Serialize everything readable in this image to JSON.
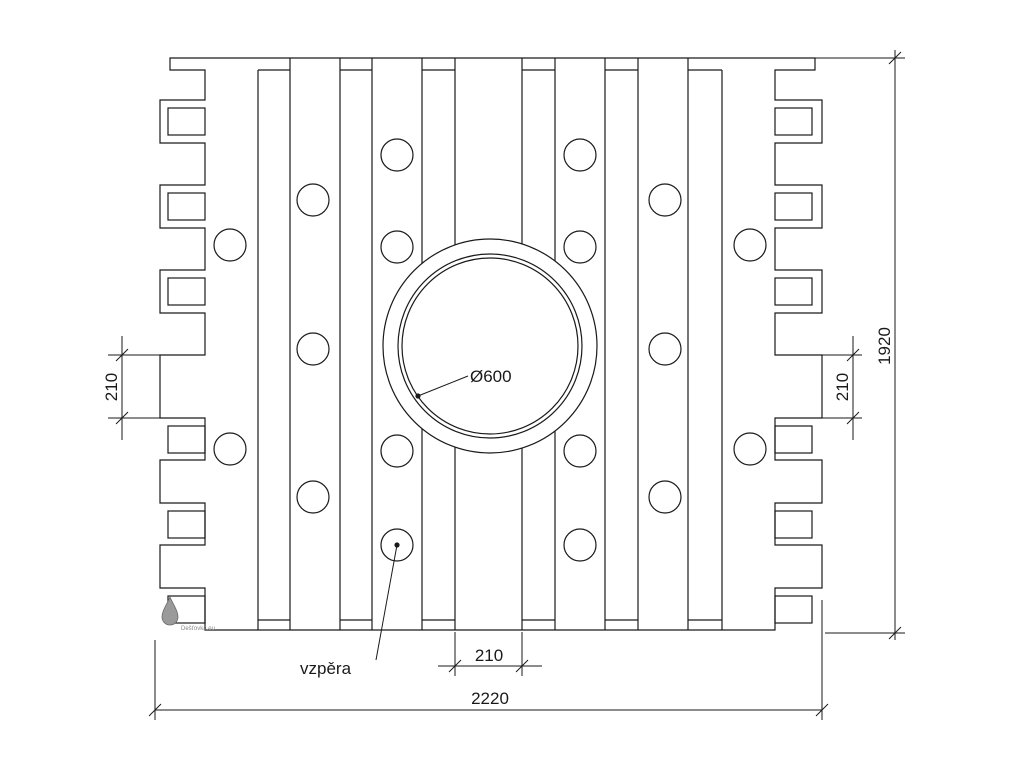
{
  "labels": {
    "total_width": "2220",
    "total_height": "1920",
    "left_notch": "210",
    "right_notch": "210",
    "rib_width": "210",
    "opening_diameter": "Ø600",
    "strut": "vzpěra"
  },
  "watermark": {
    "text": "Dešťovka.eu",
    "logo_icon": "water-drop-icon"
  },
  "colors": {
    "line": "#1a1a1a",
    "background": "#ffffff"
  }
}
